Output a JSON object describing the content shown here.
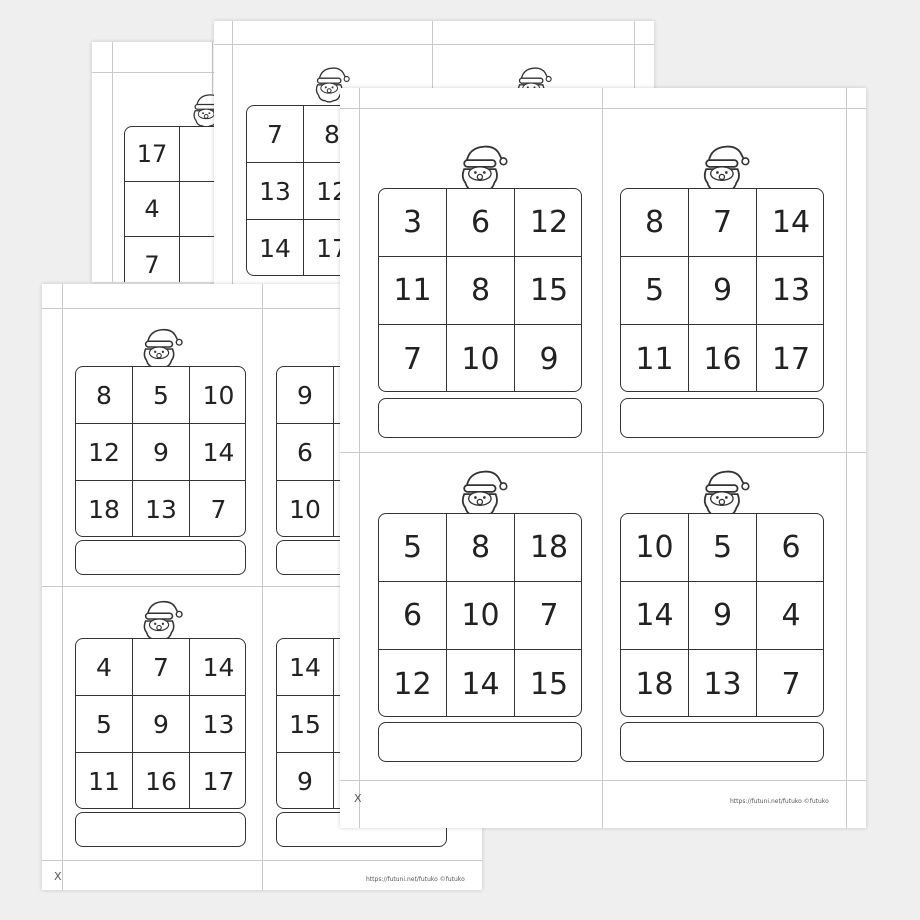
{
  "sheets": [
    {
      "id": "sheet-back",
      "cards": [
        {
          "numbers": [
            "17",
            "",
            "",
            "4",
            "",
            "",
            "7",
            "",
            ""
          ]
        }
      ]
    },
    {
      "id": "sheet-mid",
      "cards": [
        {
          "numbers": [
            "7",
            "8",
            "",
            "13",
            "12",
            "",
            "14",
            "17",
            ""
          ]
        }
      ]
    },
    {
      "id": "sheet-left",
      "footer_url": "https://futuni.net/futuko ©futuko",
      "x_mark": "X",
      "cards": [
        {
          "numbers": [
            "8",
            "5",
            "10",
            "12",
            "9",
            "14",
            "18",
            "13",
            "7"
          ]
        },
        {
          "numbers": [
            "9",
            "",
            "",
            "6",
            "",
            "",
            "10",
            "",
            ""
          ]
        },
        {
          "numbers": [
            "4",
            "7",
            "14",
            "5",
            "9",
            "13",
            "11",
            "16",
            "17"
          ]
        },
        {
          "numbers": [
            "14",
            "",
            "",
            "15",
            "",
            "",
            "9",
            "",
            ""
          ]
        }
      ]
    },
    {
      "id": "sheet-front",
      "footer_url": "https://futuni.net/futuko ©futuko",
      "x_mark": "X",
      "cards": [
        {
          "numbers": [
            "3",
            "6",
            "12",
            "11",
            "8",
            "15",
            "7",
            "10",
            "9"
          ]
        },
        {
          "numbers": [
            "8",
            "7",
            "14",
            "5",
            "9",
            "13",
            "11",
            "16",
            "17"
          ]
        },
        {
          "numbers": [
            "5",
            "8",
            "18",
            "6",
            "10",
            "7",
            "12",
            "14",
            "15"
          ]
        },
        {
          "numbers": [
            "10",
            "5",
            "6",
            "14",
            "9",
            "4",
            "18",
            "13",
            "7"
          ]
        }
      ]
    }
  ]
}
